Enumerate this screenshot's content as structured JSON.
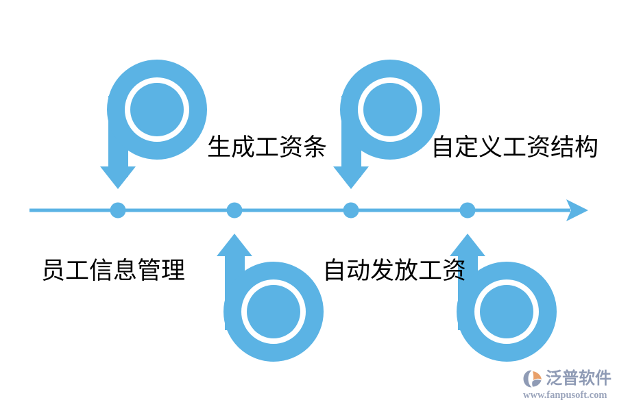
{
  "diagram": {
    "type": "timeline-process",
    "title": "",
    "accent_color": "#5BB3E4",
    "text_color": "#000000",
    "background_color": "#FFFFFF",
    "axis": {
      "name": "timeline-axis",
      "direction": "left-to-right",
      "arrowhead": true,
      "node_count": 4
    },
    "steps": [
      {
        "index": 1,
        "label": "员工信息管理",
        "marker_shape": "circle-node",
        "label_position": "below-left",
        "connector": "none"
      },
      {
        "index": 2,
        "label": "生成工资条",
        "marker_shape": "circle-node",
        "label_position": "above-right",
        "connector": "p-loop-arrow-down"
      },
      {
        "index": 3,
        "label": "自动发放工资",
        "marker_shape": "circle-node",
        "label_position": "below-right",
        "connector": "b-loop-arrow-up"
      },
      {
        "index": 4,
        "label": "自定义工资结构",
        "marker_shape": "circle-node",
        "label_position": "above-right",
        "connector": "p-loop-arrow-down"
      }
    ]
  },
  "watermark": {
    "brand": "泛普软件",
    "url": "www.fanpusoft.com",
    "mark_icon": "fanpu-logo-icon",
    "color": "#8F9BB5"
  }
}
